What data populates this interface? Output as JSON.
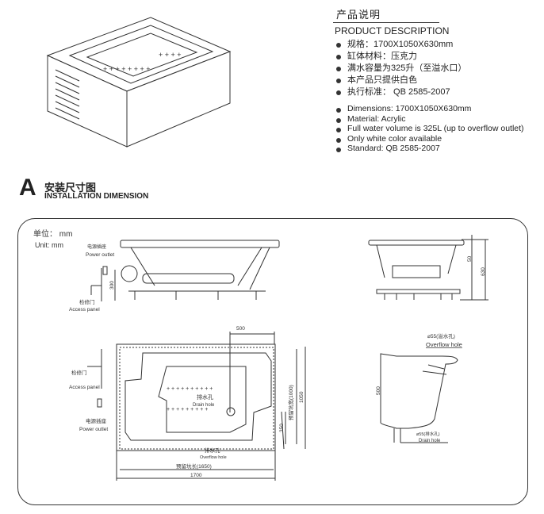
{
  "description": {
    "title_cn": "产品说明",
    "title_en": "PRODUCT DESCRIPTION",
    "items_cn": [
      "规格：1700X1050X630mm",
      "缸体材料：压克力",
      "满水容量为325升（至溢水口）",
      "本产品只提供白色",
      "执行标准： QB 2585-2007"
    ],
    "items_en": [
      "Dimensions: 1700X1050X630mm",
      "Material:  Acrylic",
      "Full water volume is 325L (up to overflow outlet)",
      "Only white color available",
      "Standard: QB 2585-2007"
    ]
  },
  "section": {
    "letter": "A",
    "title_cn": "安装尺寸图",
    "title_en": "INSTALLATION DIMENSION"
  },
  "drawing": {
    "unit_cn": "单位： mm",
    "unit_en": "Unit: mm",
    "power_outlet_cn": "电源插座",
    "power_outlet_en": "Power outlet",
    "access_panel_cn": "检修门",
    "access_panel_en": "Access panel",
    "dim_300": "300",
    "dim_50": "50",
    "dim_630": "630",
    "dim_500_top": "500",
    "drain_cn": "排水孔",
    "drain_en": "Drain hole",
    "overflow_cn": "排水孔",
    "overflow_en": "Overflow hole",
    "pit_width": "预留坑宽(1000)",
    "dim_1050": "1050",
    "dim_350": "350",
    "pit_length": "预留坑长(1650)",
    "dim_1700": "1700",
    "section_overflow_cn": "⌀55(溢水孔)",
    "section_overflow_en": "Overflow hole",
    "section_500": "500",
    "section_drain_cn": "⌀55(排水孔)",
    "section_drain_en": "Drain hole"
  }
}
